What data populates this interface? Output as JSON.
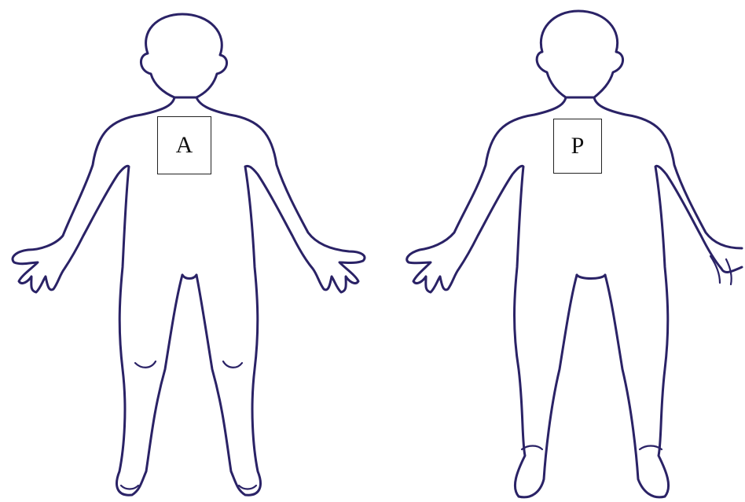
{
  "colors": {
    "outline": "#2a2266",
    "background": "#ffffff",
    "box_border": "#222222"
  },
  "figures": [
    {
      "view": "anterior",
      "label": "A"
    },
    {
      "view": "posterior",
      "label": "P"
    }
  ]
}
